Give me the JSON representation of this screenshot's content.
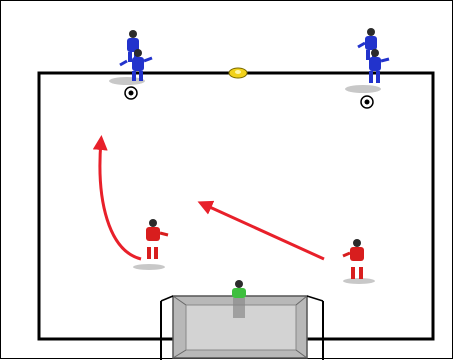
{
  "diagram": {
    "kind": "soccer-drill",
    "colors": {
      "pitch_line": "#000000",
      "arrow": "#e8202a",
      "attacker_kit": "#2233cc",
      "defender_kit": "#d81e1e",
      "goalkeeper_kit": "#3fbf3f",
      "cone": "#f2d21b",
      "goal_net": "#b8b8b8"
    },
    "players": [
      {
        "id": "blue-left",
        "team": "attacker",
        "has_ball": true
      },
      {
        "id": "blue-right",
        "team": "attacker",
        "has_ball": true
      },
      {
        "id": "red-center",
        "team": "defender",
        "has_ball": false
      },
      {
        "id": "red-right",
        "team": "defender",
        "has_ball": false
      },
      {
        "id": "goalkeeper",
        "team": "goalkeeper",
        "has_ball": false
      }
    ],
    "arrows": [
      {
        "id": "curved-run",
        "style": "curved"
      },
      {
        "id": "straight-run",
        "style": "straight"
      }
    ],
    "objects": [
      "cone",
      "goal"
    ]
  }
}
